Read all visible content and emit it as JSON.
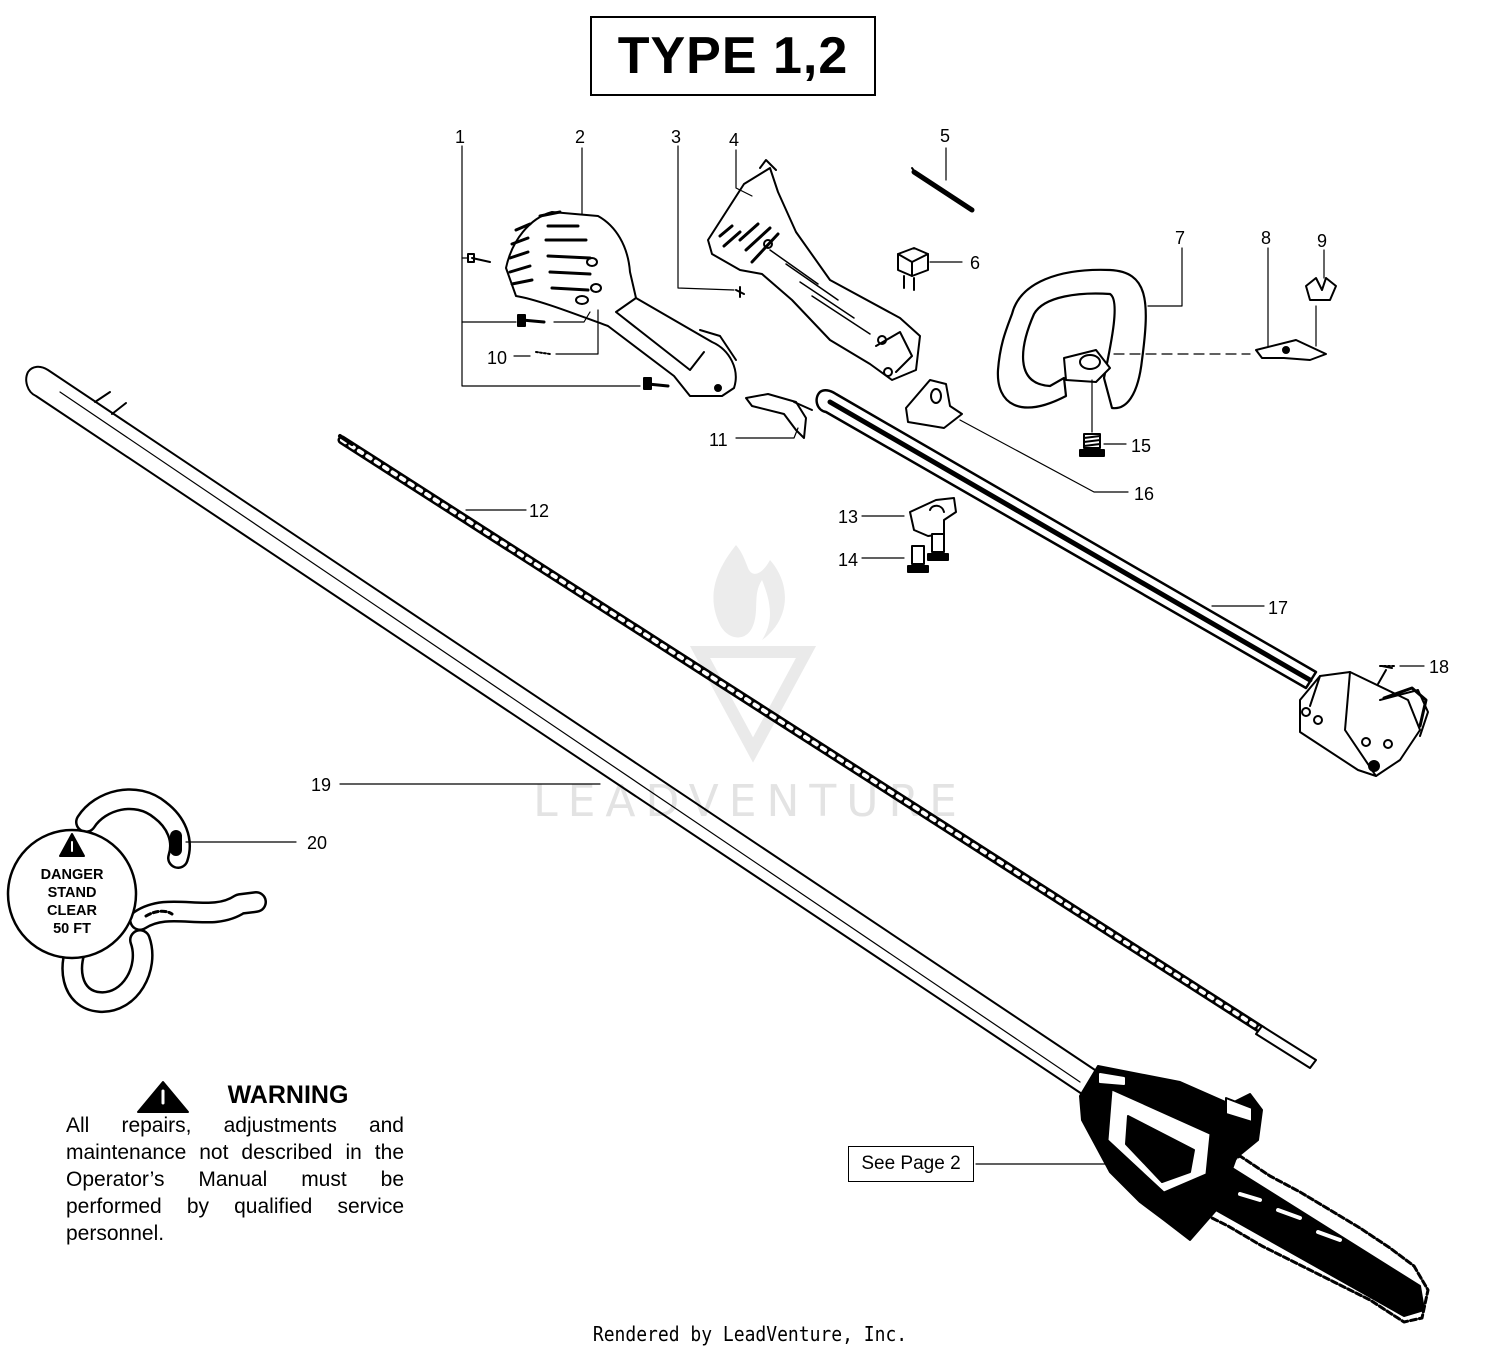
{
  "header": {
    "type_label": "TYPE 1,2"
  },
  "callouts": {
    "c1": "1",
    "c2": "2",
    "c3": "3",
    "c4": "4",
    "c5": "5",
    "c6": "6",
    "c7": "7",
    "c8": "8",
    "c9": "9",
    "c10": "10",
    "c11": "11",
    "c12": "12",
    "c13": "13",
    "c14": "14",
    "c15": "15",
    "c16": "16",
    "c17": "17",
    "c18": "18",
    "c19": "19",
    "c20": "20"
  },
  "see_page": "See Page 2",
  "danger_decal": {
    "line1": "DANGER",
    "line2": "STAND",
    "line3": "CLEAR",
    "line4": "50 FT"
  },
  "warning": {
    "title": "WARNING",
    "body": "All repairs, adjustments and maintenance not described in the Operator’s Manual must be performed by qualified  service personnel."
  },
  "footer": "Rendered by LeadVenture, Inc.",
  "watermark": "LEADVENTURE"
}
